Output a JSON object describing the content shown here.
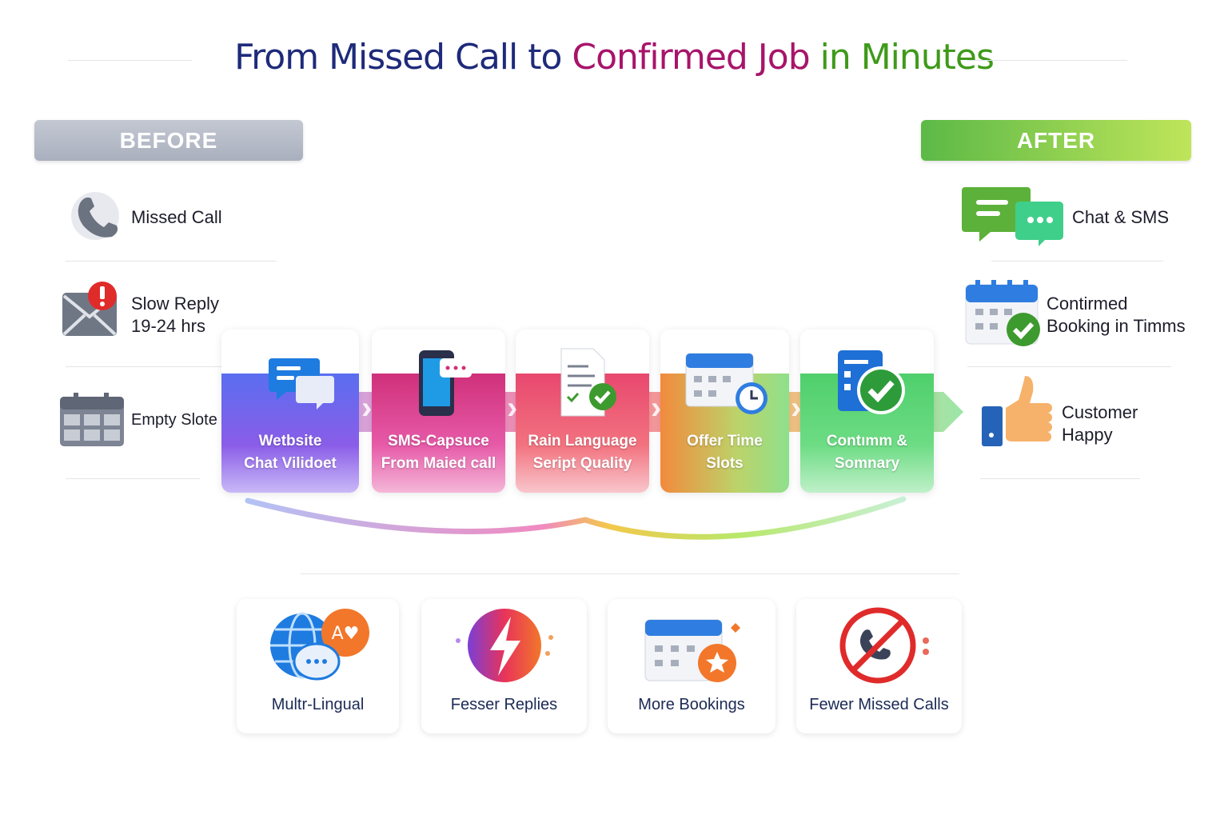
{
  "title": {
    "part1": "From Missed Call to ",
    "part2": "Confirmed Job",
    "part3": " in Minutes"
  },
  "before": {
    "label": "BEFORE",
    "items": [
      {
        "label": "Missed Call",
        "icon": "phone-icon"
      },
      {
        "label": "Slow Reply",
        "sub": "19-24 hrs",
        "icon": "mail-alert-icon"
      },
      {
        "label": "Empty Slote",
        "icon": "calendar-icon"
      }
    ]
  },
  "after": {
    "label": "AFTER",
    "items": [
      {
        "label": "Chat & SMS",
        "icon": "chat-icon"
      },
      {
        "label": "Contirmed",
        "sub": "Booking in Timms",
        "icon": "calendar-check-icon"
      },
      {
        "label": "Customer",
        "sub": "Happy",
        "icon": "thumbs-up-icon"
      }
    ]
  },
  "steps": [
    {
      "l1": "Wetbsite",
      "l2": "Chat Vilidoet"
    },
    {
      "l1": "SMS-Capsuce",
      "l2": "From Maied call"
    },
    {
      "l1": "Rain Language",
      "l2": "Seript Quality"
    },
    {
      "l1": "Offer Time",
      "l2": "Slots"
    },
    {
      "l1": "Contımm &",
      "l2": "Somnary"
    }
  ],
  "benefits": [
    {
      "label": "Multr-Lingual"
    },
    {
      "label": "Fesser Replies"
    },
    {
      "label": "More Bookings"
    },
    {
      "label": "Fewer Missed Calls"
    }
  ],
  "colors": {
    "navy": "#1e2a7a",
    "magenta": "#b0145e",
    "green": "#3f9a1a"
  }
}
